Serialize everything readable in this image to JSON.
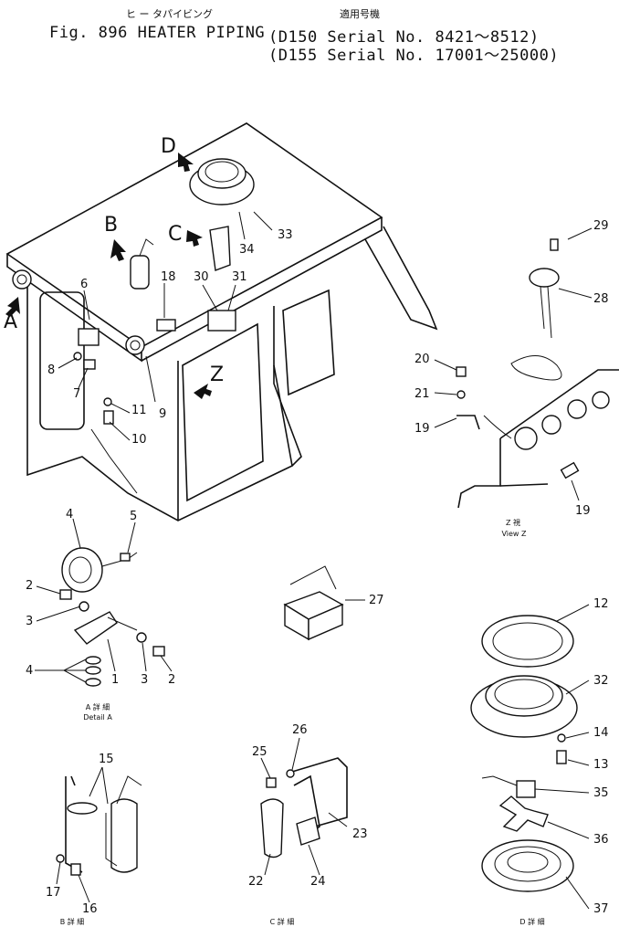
{
  "header": {
    "title_jp": "ヒ ー タパイビング",
    "title": "Fig. 896 HEATER PIPING",
    "applicable_jp": "適用号機",
    "serial_d150": "(D150 Serial No. 8421～8512)",
    "serial_d155": "(D155 Serial No. 17001～25000)"
  },
  "views": {
    "A": "A",
    "B": "B",
    "C": "C",
    "D": "D",
    "Z": "Z"
  },
  "captions": {
    "detail_a_jp": "A 詳 細",
    "detail_a": "Detail A",
    "view_z_jp": "Z 視",
    "view_z": "View Z",
    "detail_b_jp": "B 詳 細",
    "detail_c_jp": "C 詳 細",
    "detail_d_jp": "D 詳 細"
  },
  "parts": {
    "p1": "1",
    "p2a": "2",
    "p2b": "2",
    "p3a": "3",
    "p3b": "3",
    "p4a": "4",
    "p4b": "4",
    "p5": "5",
    "p6": "6",
    "p7": "7",
    "p8": "8",
    "p9": "9",
    "p10": "10",
    "p11": "11",
    "p12": "12",
    "p13": "13",
    "p14": "14",
    "p15": "15",
    "p16": "16",
    "p17": "17",
    "p18": "18",
    "p19a": "19",
    "p19b": "19",
    "p20": "20",
    "p21": "21",
    "p22": "22",
    "p23": "23",
    "p24": "24",
    "p25": "25",
    "p26": "26",
    "p27": "27",
    "p28": "28",
    "p29": "29",
    "p30": "30",
    "p31": "31",
    "p32": "32",
    "p33": "33",
    "p34": "34",
    "p35": "35",
    "p36": "36",
    "p37": "37"
  }
}
